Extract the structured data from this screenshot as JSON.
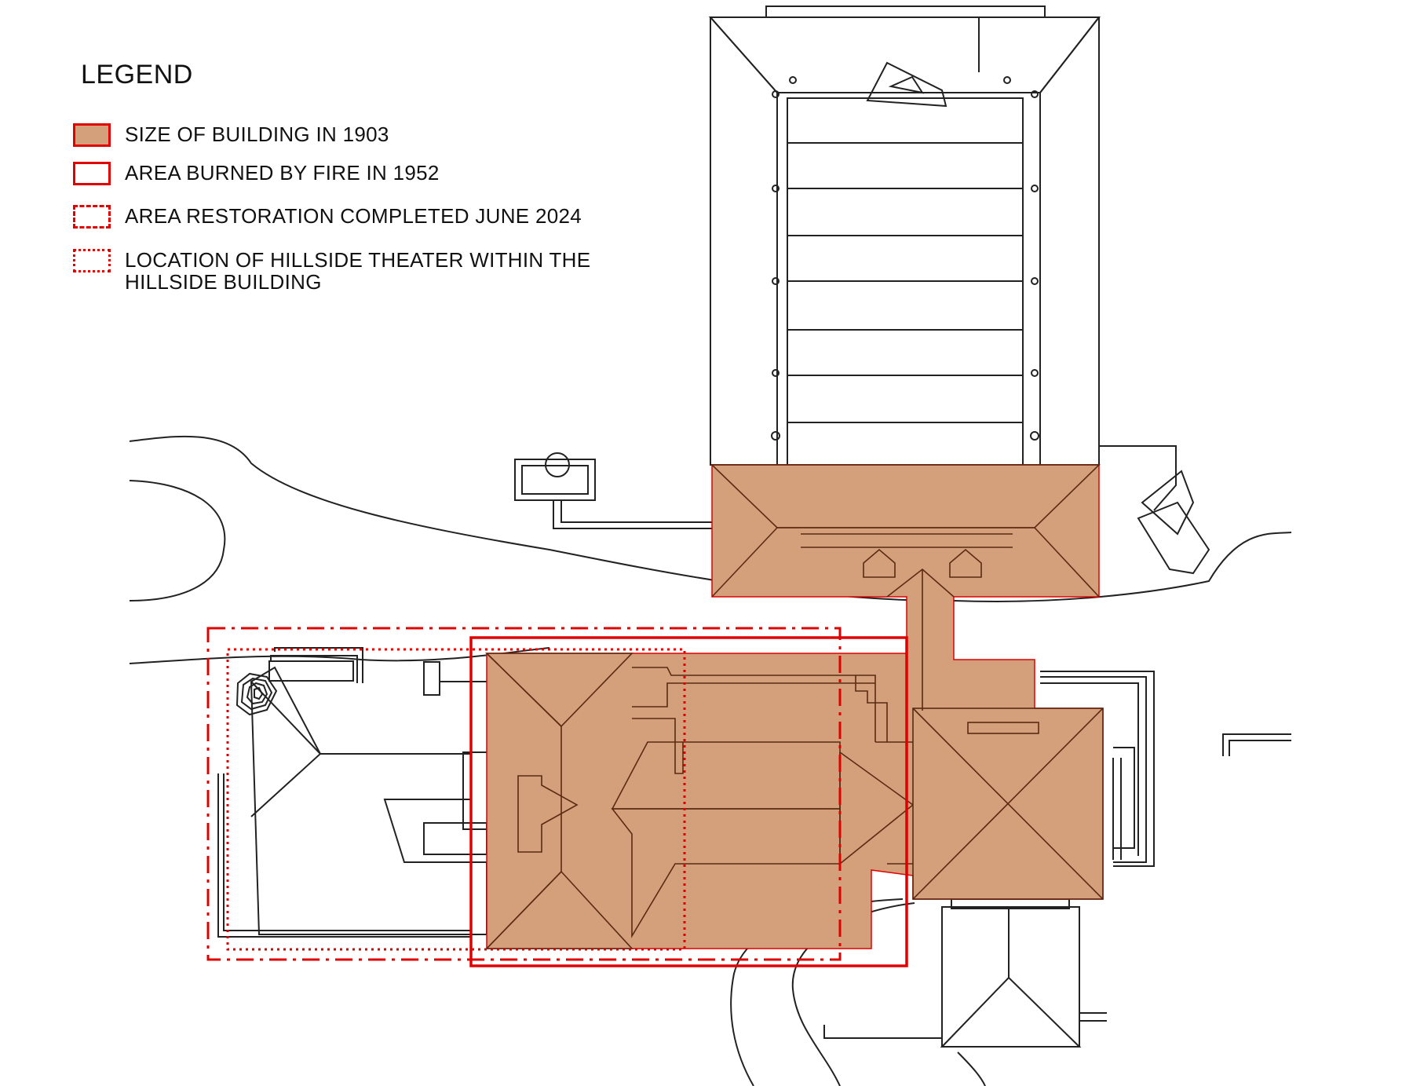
{
  "legend": {
    "title": "LEGEND",
    "items": [
      {
        "label": "SIZE OF BUILDING IN 1903",
        "style": "filled",
        "fill": "#d4a07c",
        "stroke": "#e00000"
      },
      {
        "label": "AREA BURNED BY FIRE IN 1952",
        "style": "solid",
        "stroke": "#e00000"
      },
      {
        "label": "AREA RESTORATION COMPLETED JUNE 2024",
        "style": "dashed",
        "stroke": "#e00000"
      },
      {
        "label": "LOCATION OF HILLSIDE THEATER WITHIN THE HILLSIDE BUILDING",
        "style": "dotted",
        "stroke": "#e00000"
      }
    ]
  },
  "colors": {
    "building_1903_fill": "#d4a07c",
    "overlay_red": "#e00000",
    "linework": "#222222"
  }
}
